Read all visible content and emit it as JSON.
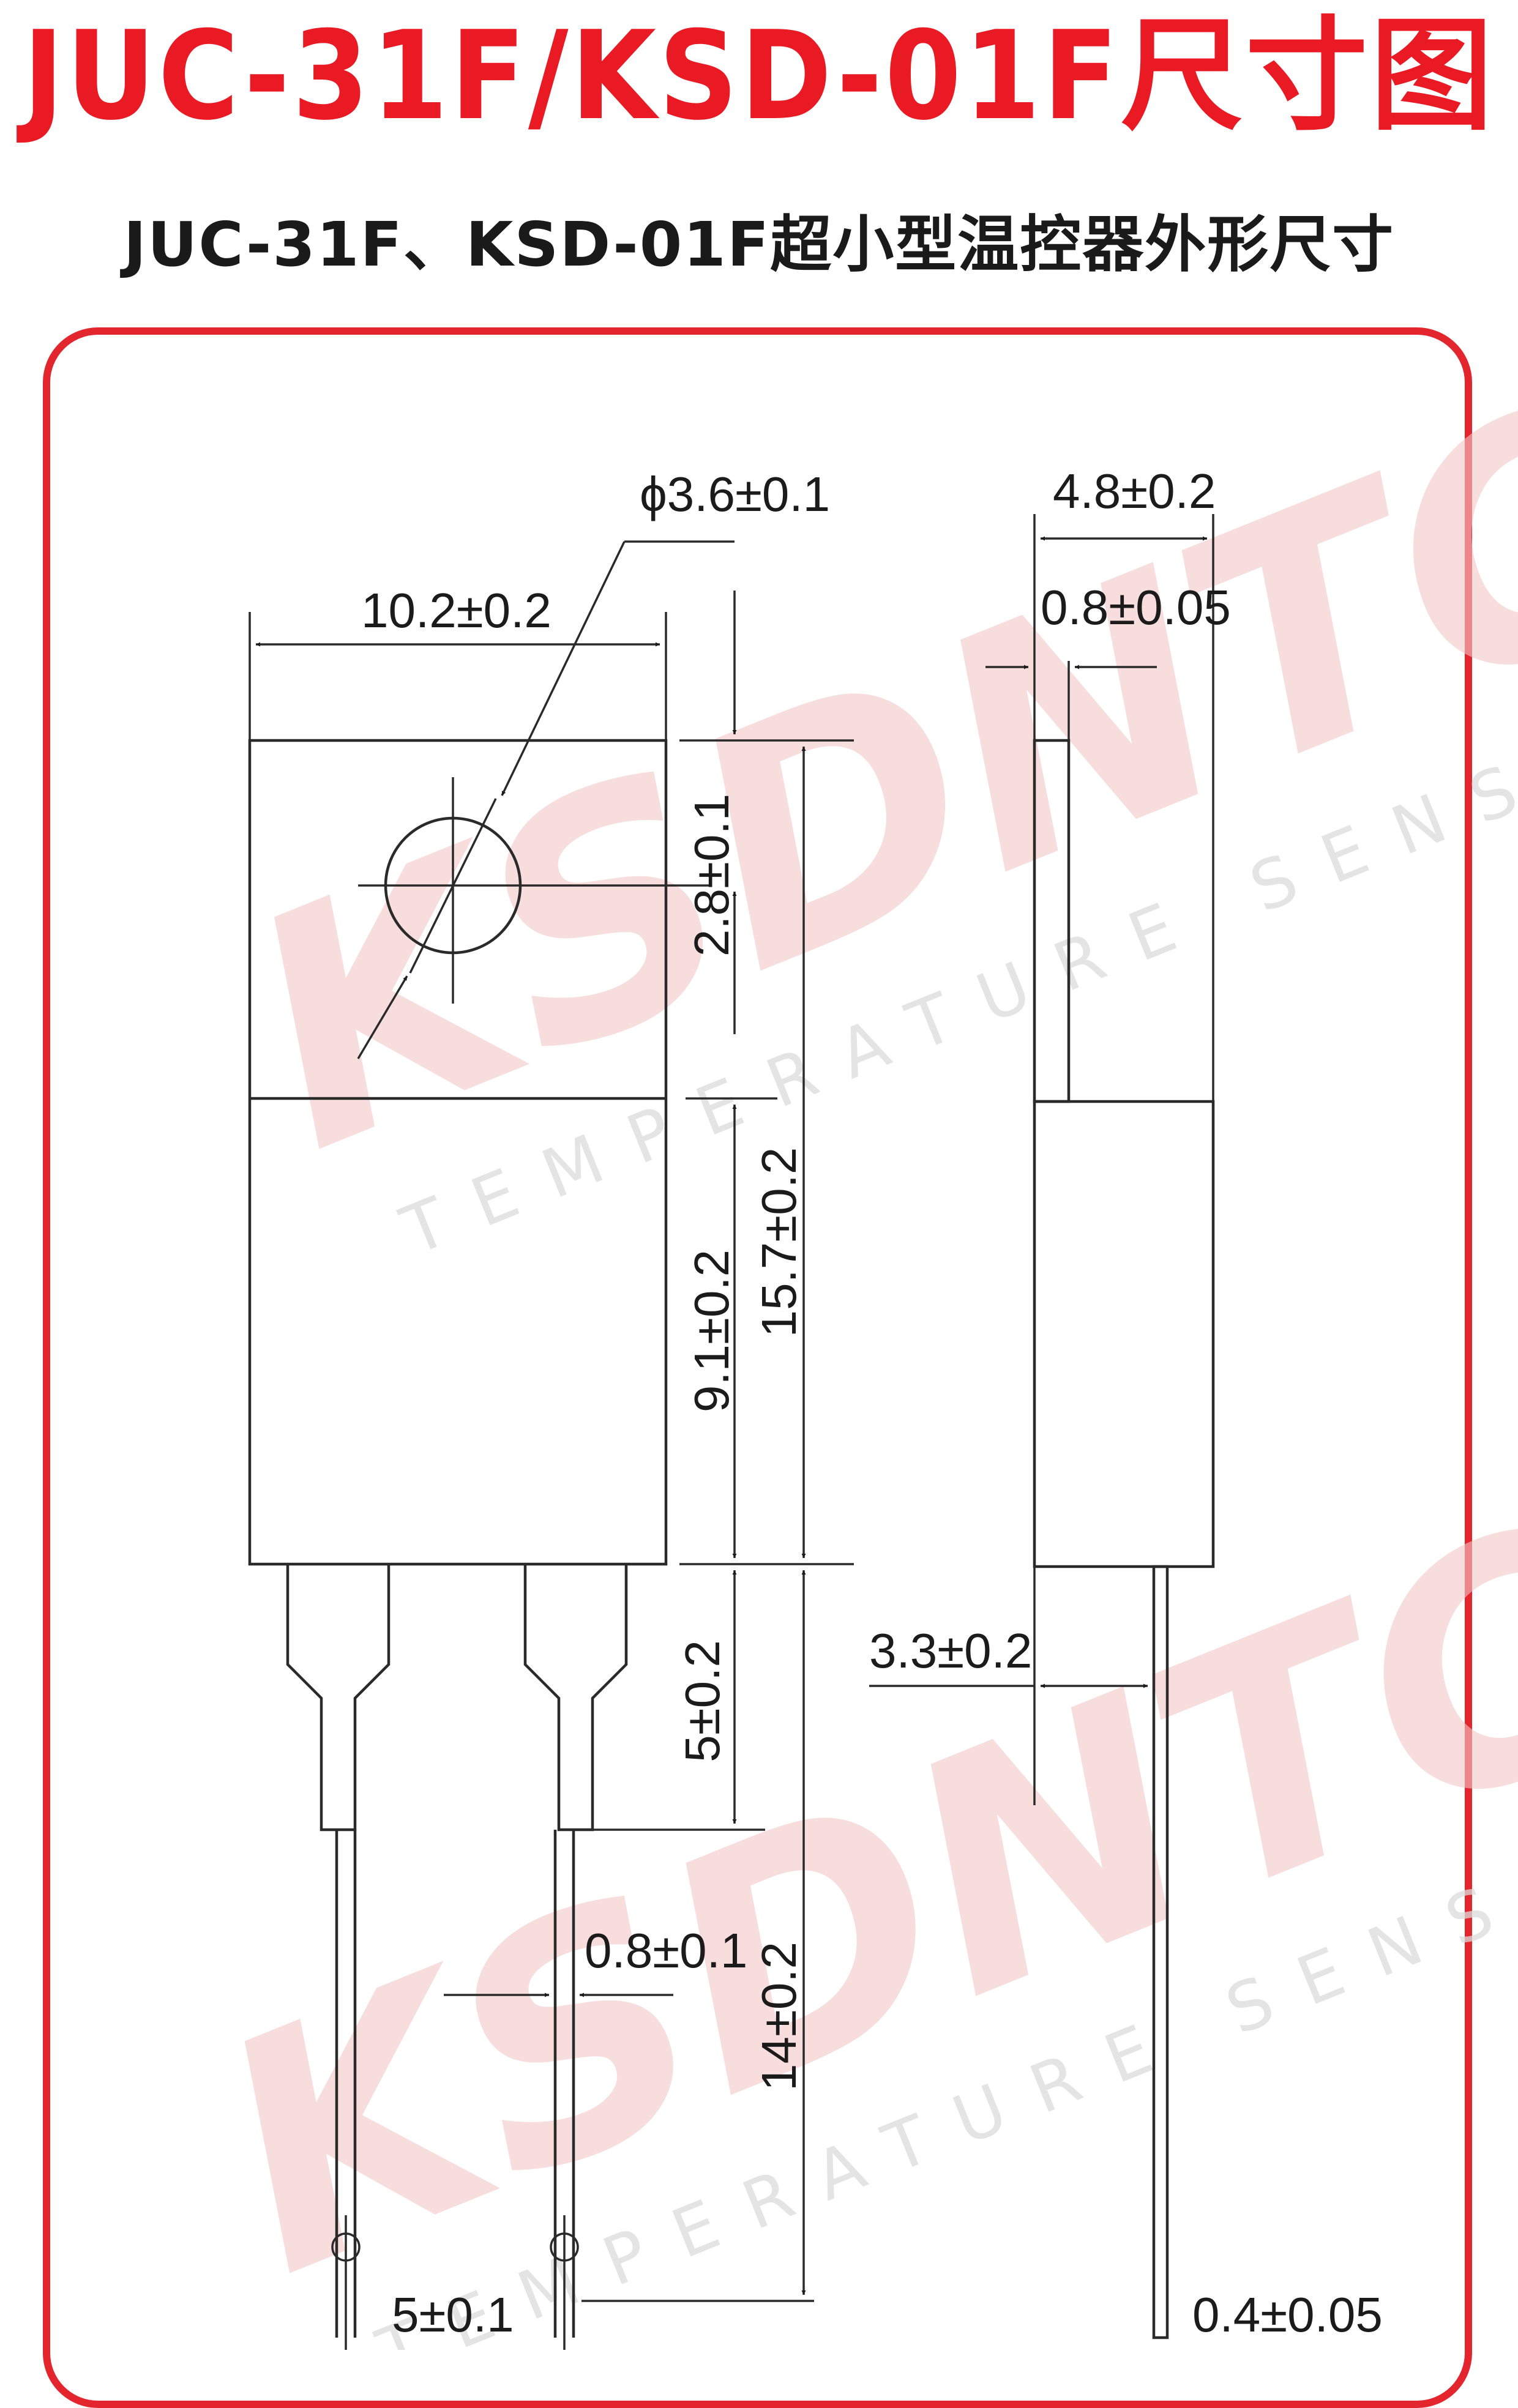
{
  "title": "JUC-31F/KSD-01F尺寸图",
  "subtitle": "JUC-31F、KSD-01F超小型温控器外形尺寸",
  "colors": {
    "title": "#ea1a24",
    "frame": "#e3262e",
    "drawing": "#2a2a2a",
    "watermark": "#f4c7c7"
  },
  "watermark": {
    "brand": "KSDNTC",
    "tagline": "TEMPERATURE SENSOR"
  },
  "dimensions": {
    "hole_diameter": "ϕ3.6±0.1",
    "body_width": "10.2±0.2",
    "side_thickness": "4.8±0.2",
    "tab_thickness": "0.8±0.05",
    "hole_offset": "2.8±0.1",
    "body_height": "9.1±0.2",
    "total_height": "15.7±0.2",
    "lead_shoulder": "5±0.2",
    "lead_offset": "3.3±0.2",
    "lead_width": "0.8±0.1",
    "lead_length": "14±0.2",
    "lead_pitch": "5±0.1",
    "lead_thickness": "0.4±0.05"
  }
}
